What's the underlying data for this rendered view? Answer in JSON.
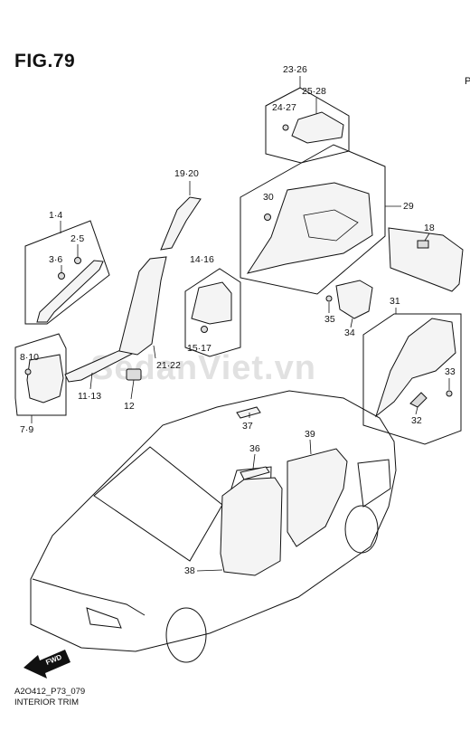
{
  "figure": {
    "title": "FIG.79",
    "code": "A2O412_P73_079",
    "name": "INTERIOR TRIM",
    "watermark": "SedanViet.vn",
    "edge_text": "P"
  },
  "callouts": {
    "c1_4": "1·4",
    "c2_5": "2·5",
    "c3_6": "3·6",
    "c8_10": "8·10",
    "c7_9": "7·9",
    "c11_13": "11·13",
    "c12": "12",
    "c19_20": "19·20",
    "c21_22": "21·22",
    "c14_16": "14·16",
    "c15_17": "15·17",
    "c23_26": "23·26",
    "c25_28": "25·28",
    "c24_27": "24·27",
    "c30": "30",
    "c29": "29",
    "c18": "18",
    "c35": "35",
    "c34": "34",
    "c31": "31",
    "c33": "33",
    "c32": "32",
    "c37": "37",
    "c36": "36",
    "c39": "39",
    "c38": "38"
  },
  "fwd_label": "FWD"
}
